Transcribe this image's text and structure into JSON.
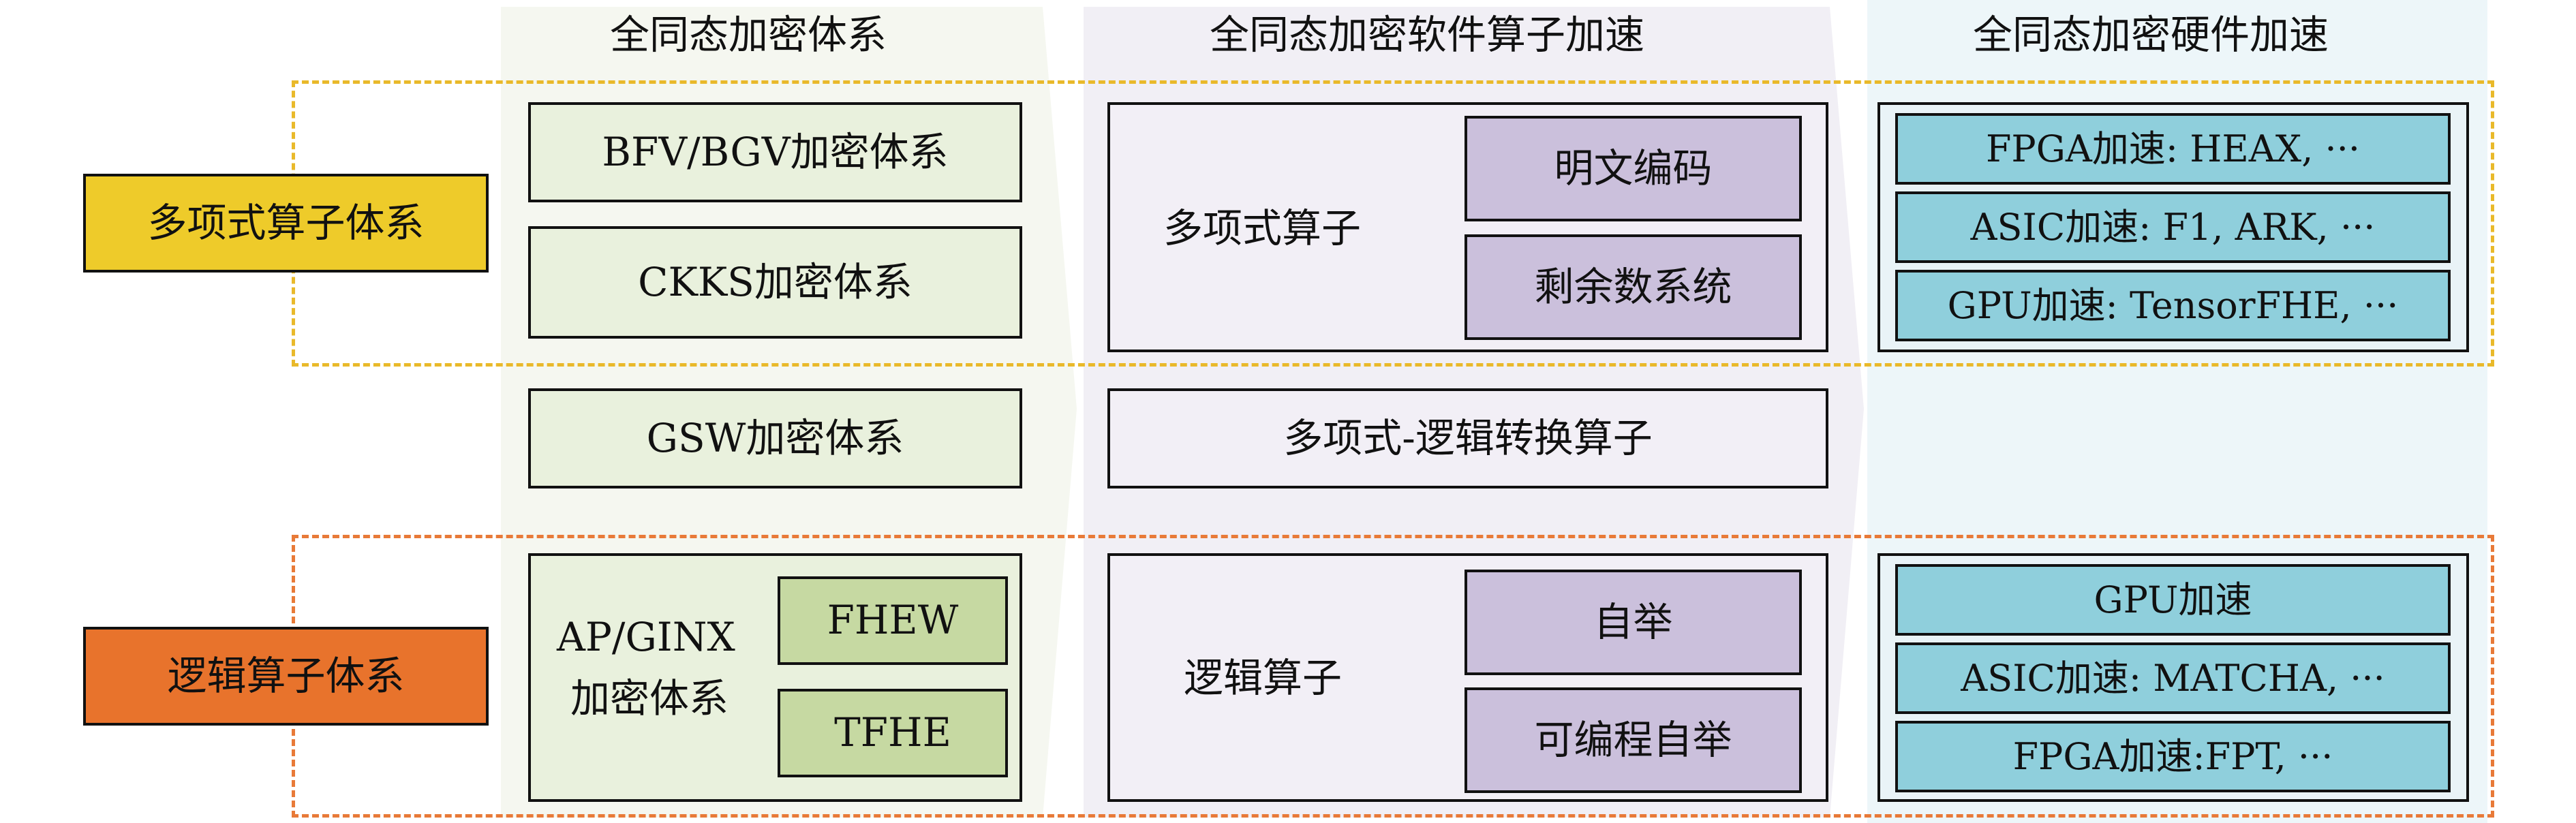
{
  "columns": {
    "scheme": "全同态加密体系",
    "software": "全同态加密软件算子加速",
    "hardware": "全同态加密硬件加速"
  },
  "categories": {
    "polynomial": "多项式算子体系",
    "logic": "逻辑算子体系"
  },
  "schemes": {
    "bfv_bgv": "BFV/BGV加密体系",
    "ckks": "CKKS加密体系",
    "gsw": "GSW加密体系",
    "ap_ginx_line1": "AP/GINX",
    "ap_ginx_line2": "加密体系",
    "fhew": "FHEW",
    "tfhe": "TFHE"
  },
  "software": {
    "poly_ops": "多项式算子",
    "plaintext_encoding": "明文编码",
    "rns": "剩余数系统",
    "poly_logic_conversion": "多项式-逻辑转换算子",
    "logic_ops": "逻辑算子",
    "bootstrapping": "自举",
    "programmable_bootstrapping": "可编程自举"
  },
  "hardware": {
    "poly": [
      "FPGA加速: HEAX, ···",
      "ASIC加速: F1, ARK, ···",
      "GPU加速: TensorFHE, ···"
    ],
    "logic": [
      "GPU加速",
      "ASIC加速: MATCHA, ···",
      "FPGA加速:FPT, ···"
    ]
  },
  "colors": {
    "polynomial_label": "#eecb2a",
    "logic_label": "#e8732c",
    "polynomial_dash": "#e9b92a",
    "logic_dash": "#e87a38",
    "scheme_panel": "#f5f7f0",
    "software_panel": "#f1eff5",
    "hardware_panel": "#edf6f9",
    "hardware_box": "#8fcfdc"
  }
}
